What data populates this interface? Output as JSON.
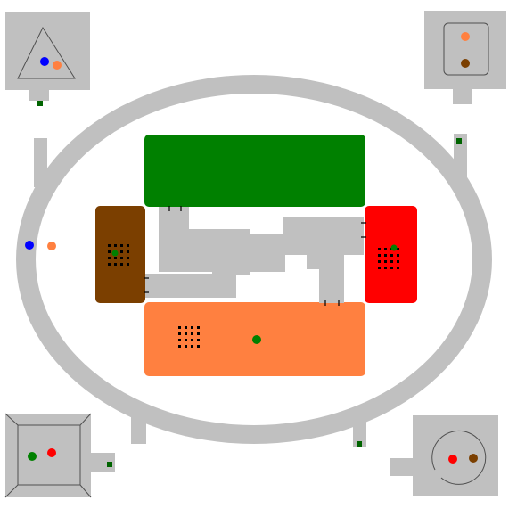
{
  "colors": {
    "floor": "#c0c0c0",
    "background": "#ffffff",
    "green": "#008000",
    "brown": "#7b3f00",
    "red": "#ff0000",
    "orange": "#ff8040",
    "blue": "#0000ff",
    "marker": "#006400",
    "vent": "#000000",
    "door": "#000000",
    "outline": "#505050"
  },
  "rooms": [
    {
      "id": "green-room",
      "color": "green"
    },
    {
      "id": "brown-room",
      "color": "brown"
    },
    {
      "id": "red-room",
      "color": "red"
    },
    {
      "id": "orange-room",
      "color": "orange"
    }
  ],
  "corner_rooms": [
    {
      "id": "top-left",
      "shape": "triangle"
    },
    {
      "id": "top-right",
      "shape": "rounded-square"
    },
    {
      "id": "bottom-left",
      "shape": "bevelled-square"
    },
    {
      "id": "bottom-right",
      "shape": "circle"
    }
  ],
  "tokens": [
    {
      "id": "blue-token-top-left-room",
      "color": "blue"
    },
    {
      "id": "orange-token-top-left-room",
      "color": "orange"
    },
    {
      "id": "orange-token-top-right-room",
      "color": "orange"
    },
    {
      "id": "brown-token-top-right-room",
      "color": "brown"
    },
    {
      "id": "blue-token-ring",
      "color": "blue"
    },
    {
      "id": "orange-token-ring",
      "color": "orange"
    },
    {
      "id": "green-token-brown-room",
      "color": "green"
    },
    {
      "id": "green-token-red-room",
      "color": "green"
    },
    {
      "id": "green-token-orange-room",
      "color": "green"
    },
    {
      "id": "green-token-bottom-left-room",
      "color": "green"
    },
    {
      "id": "red-token-bottom-left-room",
      "color": "red"
    },
    {
      "id": "red-token-bottom-right-room",
      "color": "red"
    },
    {
      "id": "brown-token-bottom-right-room",
      "color": "brown"
    }
  ],
  "markers": [
    {
      "id": "marker-top-left"
    },
    {
      "id": "marker-top-right"
    },
    {
      "id": "marker-bottom-left"
    },
    {
      "id": "marker-bottom-right"
    }
  ],
  "vent_grids": [
    {
      "id": "vent-brown-room",
      "rows": 4,
      "cols": 4
    },
    {
      "id": "vent-red-room",
      "rows": 4,
      "cols": 4
    },
    {
      "id": "vent-orange-room",
      "rows": 4,
      "cols": 4
    }
  ]
}
